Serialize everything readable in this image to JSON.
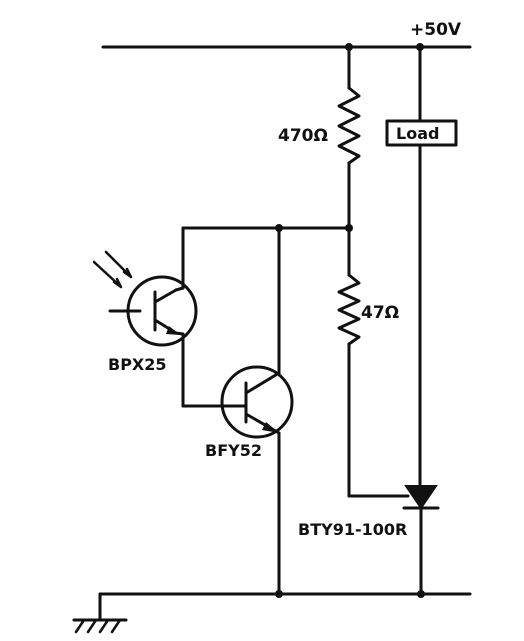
{
  "labels": {
    "supply": "+50V",
    "r_top": "470Ω",
    "r_bottom": "47Ω",
    "load": "Load",
    "phototransistor": "BPX25",
    "transistor": "BFY52",
    "thyristor": "BTY91-100R"
  }
}
